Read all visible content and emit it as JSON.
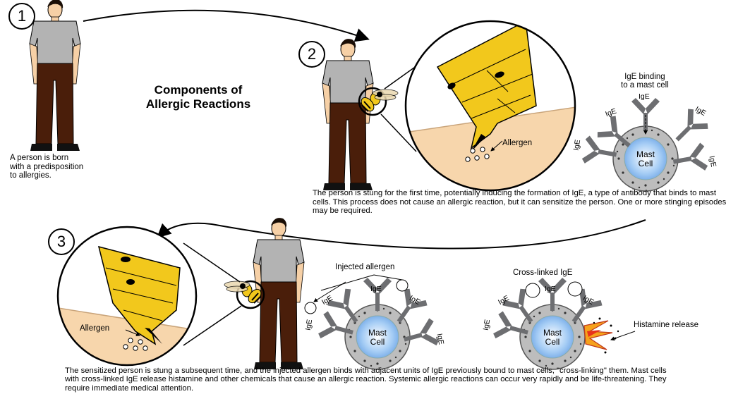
{
  "title": "Components of\nAllergic Reactions",
  "steps": {
    "one": "1",
    "two": "2",
    "three": "3"
  },
  "captions": {
    "born": "A person is born\nwith a predisposition\nto allergies.",
    "stung_first": "The person is stung for the first time, potentially inducing the formation of IgE, a type of antibody that binds to mast cells.  This process does not cause an allergic reaction, but it can sensitize the person.  One or more stinging episodes may be required.",
    "stung_again": "The sensitized person is stung a subsequent time, and the injected allergen binds with adjacent units of IgE previously bound to mast cells, \"cross-linking\" them.  Mast cells with cross-linked IgE release histamine and other chemicals that cause an allergic reaction.  Systemic allergic reactions can occur very rapidly and be life-threatening.  They require immediate medical attention."
  },
  "labels": {
    "allergen": "Allergen",
    "ige_binding": "IgE binding\nto a mast cell",
    "ige": "IgE",
    "mast_cell": "Mast\nCell",
    "injected_allergen": "Injected allergen",
    "cross_linked": "Cross-linked IgE",
    "histamine": "Histamine release"
  },
  "colors": {
    "shirt": "#b3b3b3",
    "pants": "#4a1e0a",
    "skin": "#f6d0a6",
    "hair": "#1a0e06",
    "wasp_yellow": "#f2c81c",
    "antibody": "#6d6e71",
    "cell_outer": "#bdbdbd",
    "cell_inner": "#a6cdf5",
    "beige": "#f7d6ac"
  }
}
